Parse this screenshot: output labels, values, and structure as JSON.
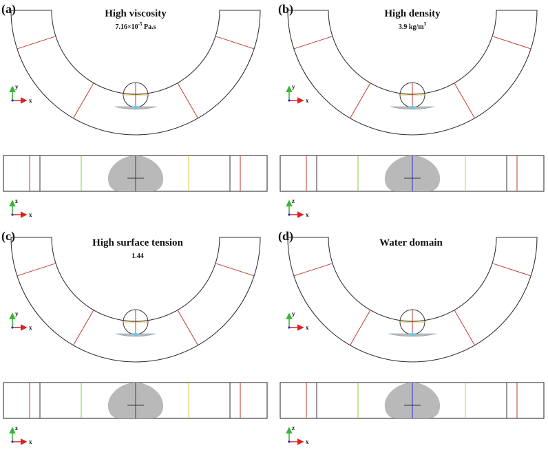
{
  "panels": [
    {
      "letter": "(a)",
      "title": "High viscosity",
      "subtitle_main": "7.16×10",
      "subtitle_sup": "-5",
      "subtitle_tail": " Pa.s",
      "drop_spread": 0.45
    },
    {
      "letter": "(b)",
      "title": "High density",
      "subtitle_main": "3.9 kg/m",
      "subtitle_sup": "3",
      "subtitle_tail": "",
      "drop_spread": 0.5
    },
    {
      "letter": "(c)",
      "title": "High surface tension",
      "subtitle_main": "1.44",
      "subtitle_sup": "",
      "subtitle_tail": "",
      "drop_spread": 0.4
    },
    {
      "letter": "(d)",
      "title": "Water domain",
      "subtitle_main": "",
      "subtitle_sup": "",
      "subtitle_tail": "",
      "drop_spread": 0.6
    }
  ],
  "axes": {
    "top_view": {
      "vertical": "y",
      "horizontal": "x"
    },
    "side_view": {
      "vertical": "z",
      "horizontal": "x"
    }
  },
  "colors": {
    "outline": "#333333",
    "droplet": "#b9b9b9",
    "center_line": "#2a2ad0",
    "red_line": "#c0392b",
    "green_line": "#7ccc3a",
    "yellow_line": "#e0c040",
    "axis_y": "#3cb43c",
    "axis_x": "#e02020",
    "axis_z": "#3cb43c"
  }
}
